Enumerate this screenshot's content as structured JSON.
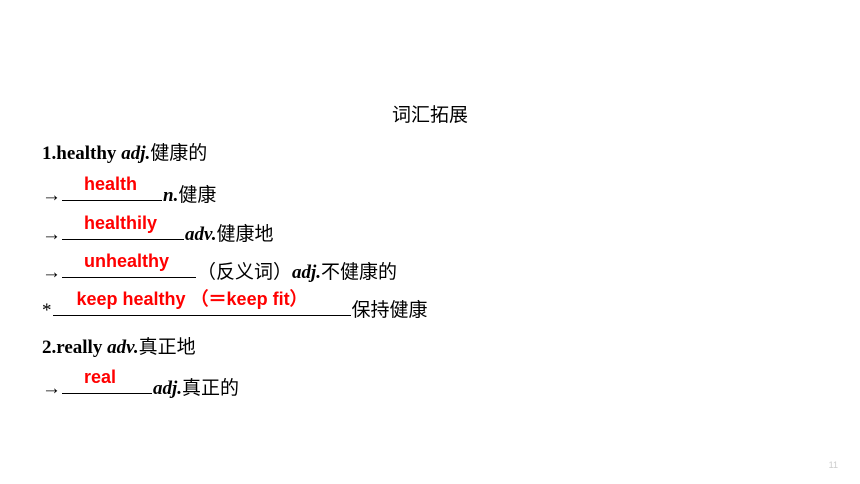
{
  "title": "词汇拓展",
  "item1": {
    "head_word": "1.healthy",
    "head_pos": "adj.",
    "head_meaning": "健康的"
  },
  "rows": [
    {
      "prefix": "→",
      "answer": "health",
      "pos": "n.",
      "meaning": "健康"
    },
    {
      "prefix": "→",
      "answer": "healthily",
      "pos": "adv.",
      "meaning": "健康地"
    },
    {
      "prefix": "→",
      "answer": "unhealthy",
      "note": "（反义词）",
      "pos": "adj.",
      "meaning": "不健康的"
    },
    {
      "prefix": "*",
      "answer": "keep healthy （＝keep fit）",
      "meaning": "保持健康"
    }
  ],
  "item2": {
    "head_word": "2.really",
    "head_pos": "adv.",
    "head_meaning": "真正地",
    "row": {
      "prefix": "→",
      "answer": "real",
      "pos": "adj.",
      "meaning": "真正的"
    }
  },
  "page_number": "11",
  "colors": {
    "answer": "#ff0000",
    "text": "#000000",
    "background": "#ffffff"
  }
}
